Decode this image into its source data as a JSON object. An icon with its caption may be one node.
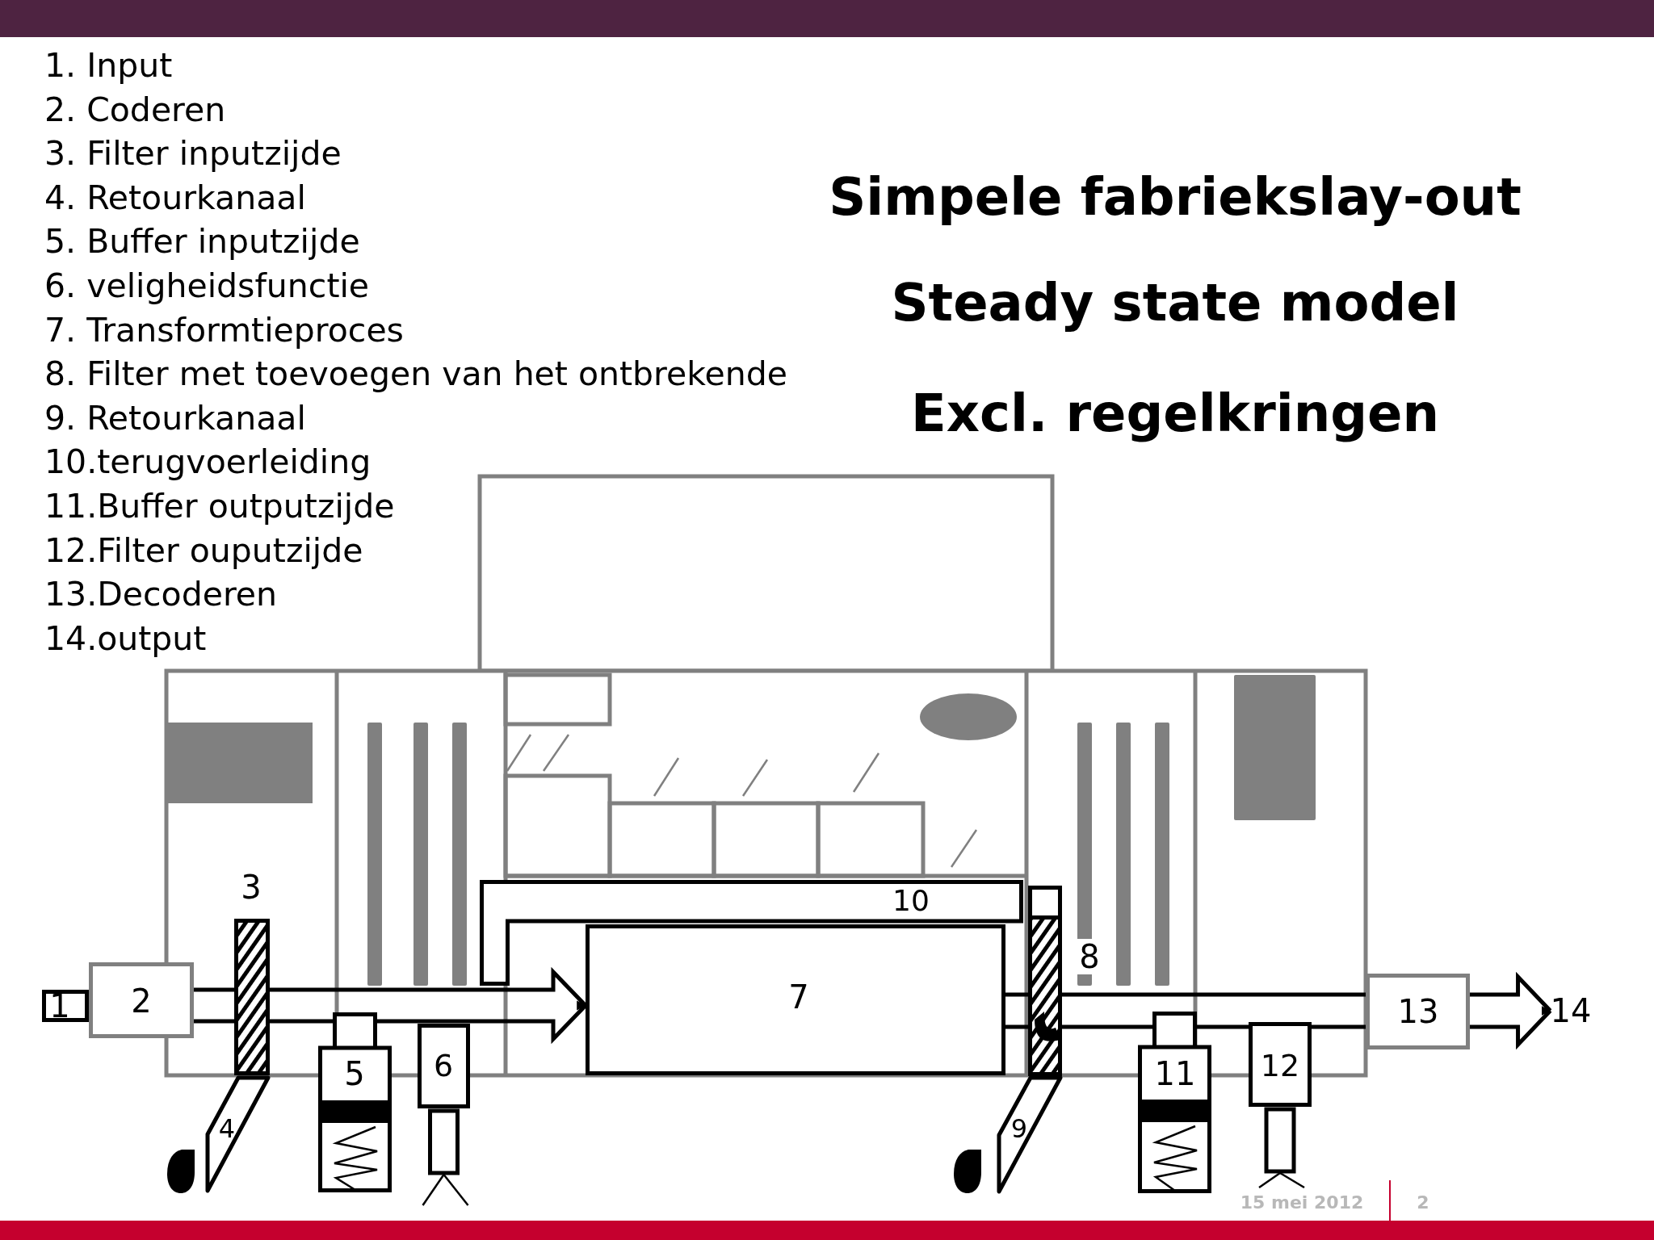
{
  "diagram": {
    "title": "Simpele fabriekslay-out",
    "nodes": [
      {
        "text": [
          "1"
        ]
      },
      {
        "text": [
          "2"
        ]
      },
      {
        "text": [
          "3"
        ]
      },
      {
        "text": [
          "4"
        ]
      },
      {
        "text": [
          "5"
        ]
      },
      {
        "text": [
          "6"
        ]
      },
      {
        "text": [
          "7"
        ]
      },
      {
        "text": [
          "8"
        ]
      },
      {
        "text": [
          "9"
        ]
      },
      {
        "text": [
          "10"
        ]
      },
      {
        "text": [
          "11"
        ]
      },
      {
        "text": [
          "12"
        ]
      },
      {
        "text": [
          "13"
        ]
      },
      {
        "text": [
          "14"
        ]
      }
    ],
    "edges": [
      {
        "from": 1,
        "to": 2,
        "arrow": "none"
      },
      {
        "from": 2,
        "to": 6,
        "arrow": "to"
      },
      {
        "from": 6,
        "to": 7,
        "arrow": "none"
      },
      {
        "from": 7,
        "to": 12,
        "arrow": "none"
      },
      {
        "from": 12,
        "to": 13,
        "arrow": "to"
      }
    ],
    "labels": [
      "1. Input",
      "2. Coderen",
      "3. Filter inputzijde",
      "4. Retourkanaal",
      "5. Buffer inputzijde",
      "6. veligheidsfunctie",
      "7. Transformtieproces",
      "8. Filter met toevoegen van het ontbrekende",
      "9. Retourkanaal",
      "10.terugvoerleiding",
      "11.Buffer outputzijde",
      "12.Filter ouputzijde",
      "13.Decoderen",
      "14.output",
      "Steady state model",
      "Excl. regelkringen",
      "15 mei 2012",
      "2"
    ]
  }
}
